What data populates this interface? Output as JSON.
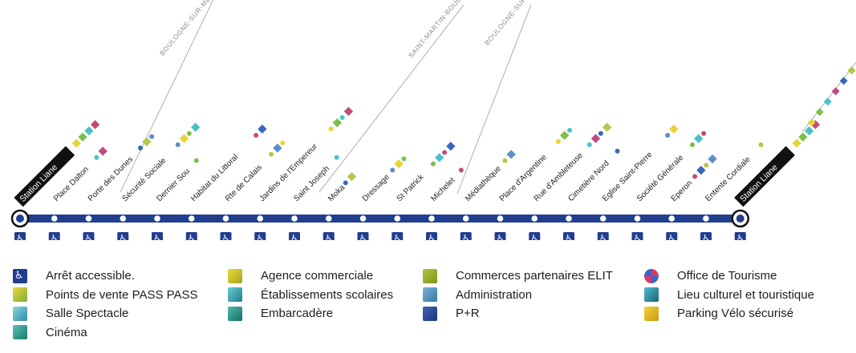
{
  "stations": [
    {
      "name": "Station Liane",
      "highlight": true
    },
    {
      "name": "Place Dalton"
    },
    {
      "name": "Porte des Dunes"
    },
    {
      "name": "Sécurité Sociale"
    },
    {
      "name": "Dernier Sou"
    },
    {
      "name": "Habitat du Littoral"
    },
    {
      "name": "Rte de Calais"
    },
    {
      "name": "Jardins de l'Empereur"
    },
    {
      "name": "Saint Joseph"
    },
    {
      "name": "Moka"
    },
    {
      "name": "Dressage"
    },
    {
      "name": "St Patrick"
    },
    {
      "name": "Michelet"
    },
    {
      "name": "Médiathèque"
    },
    {
      "name": "Place d'Argentine"
    },
    {
      "name": "Rue d'Ambleteuse"
    },
    {
      "name": "Cimetière Nord"
    },
    {
      "name": "Eglise Saint-Pierre"
    },
    {
      "name": "Société Générale"
    },
    {
      "name": "Eperon"
    },
    {
      "name": "Entente Cordiale"
    },
    {
      "name": "Station Liane",
      "highlight": true
    }
  ],
  "commune_labels": [
    "BOULOGNE-SUR-MER",
    "SAINT-MARTIN-BOULOGNE",
    "BOULOGNE-SUR-MER"
  ],
  "colors": {
    "line": "#213e8f",
    "accessible": "#213e8f",
    "divider": "#9a9a9a",
    "label_highlight_bg": "#111111"
  },
  "legend": {
    "col1": [
      {
        "icon": "accessible-icon",
        "label": "Arrêt accessible."
      },
      {
        "icon": "sales-point-icon",
        "label": "Points de vente PASS PASS"
      },
      {
        "icon": "concert-hall-icon",
        "label": "Salle Spectacle"
      },
      {
        "icon": "cinema-icon",
        "label": "Cinéma"
      }
    ],
    "col2": [
      {
        "icon": "commercial-agency-icon",
        "label": "Agence commerciale"
      },
      {
        "icon": "school-icon",
        "label": "Établissements scolaires"
      },
      {
        "icon": "pier-icon",
        "label": "Embarcadère"
      }
    ],
    "col3": [
      {
        "icon": "partner-shops-icon",
        "label": "Commerces partenaires ELIT"
      },
      {
        "icon": "administration-icon",
        "label": "Administration"
      },
      {
        "icon": "park-and-ride-icon",
        "label": "P+R"
      }
    ],
    "col4": [
      {
        "icon": "tourist-office-icon",
        "label": "Office de Tourisme"
      },
      {
        "icon": "cultural-site-icon",
        "label": "Lieu culturel et touristique"
      },
      {
        "icon": "bike-parking-icon",
        "label": "Parking Vélo sécurisé"
      }
    ]
  }
}
